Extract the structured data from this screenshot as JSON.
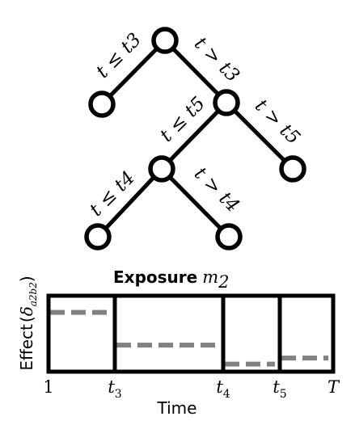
{
  "tree": {
    "labels": {
      "root_left": "t ≤ t3",
      "root_right": "t > t3",
      "n2_left": "t ≤ t5",
      "n2_right": "t > t5",
      "n3_left": "t ≤ t4",
      "n3_right": "t > t4"
    }
  },
  "panel": {
    "title_text": "Exposure",
    "title_math": "m",
    "title_sub": "2"
  },
  "axes": {
    "xlabel": "Time",
    "ylabel_text": "Effect",
    "ylabel_math": "δ",
    "ylabel_sub": "a2b2",
    "ticks": [
      "1",
      "t3",
      "t4",
      "t5",
      "T"
    ]
  },
  "effects": {
    "color": "#808080",
    "segments": [
      {
        "from": "1",
        "to": "t3",
        "level": 0.78
      },
      {
        "from": "t3",
        "to": "t4",
        "level": 0.35
      },
      {
        "from": "t4",
        "to": "t5",
        "level": 0.1
      },
      {
        "from": "t5",
        "to": "T",
        "level": 0.18
      }
    ]
  }
}
